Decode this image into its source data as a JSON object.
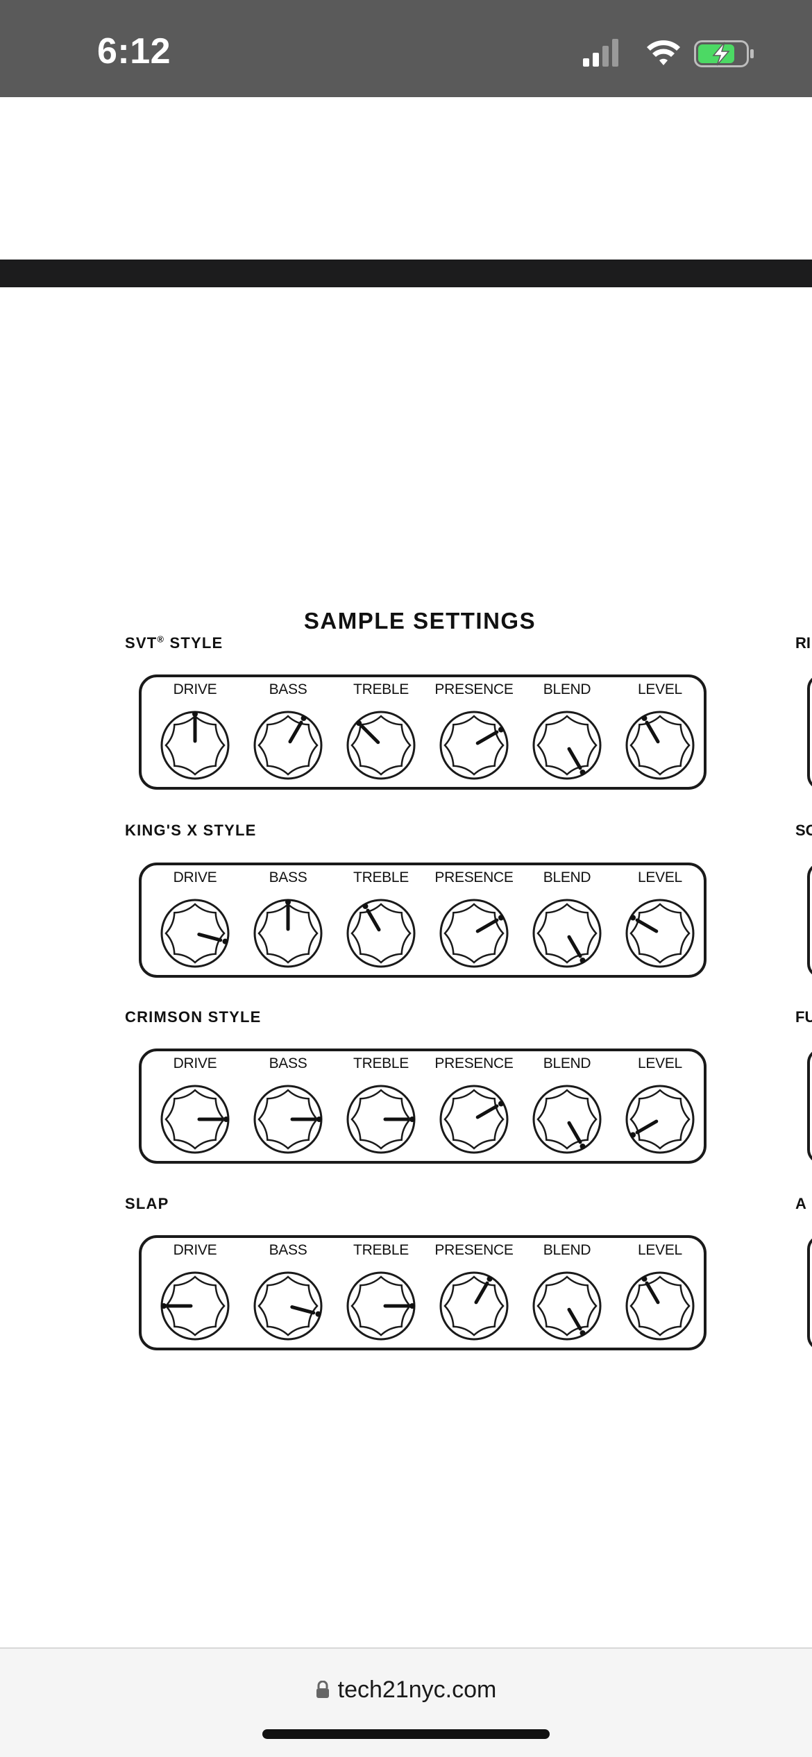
{
  "status_bar": {
    "time": "6:12"
  },
  "page": {
    "title": "SAMPLE SETTINGS",
    "url": "tech21nyc.com"
  },
  "knob_labels": [
    "DRIVE",
    "BASS",
    "TREBLE",
    "PRESENCE",
    "BLEND",
    "LEVEL"
  ],
  "sections": [
    {
      "name": "SVT",
      "name_mark": "®",
      "name_suffix": " STYLE",
      "knob_angles_deg": [
        0,
        30,
        -45,
        60,
        150,
        -30
      ]
    },
    {
      "name": "KING'S X STYLE",
      "name_mark": "",
      "name_suffix": "",
      "knob_angles_deg": [
        105,
        0,
        -30,
        60,
        150,
        -60
      ]
    },
    {
      "name": "CRIMSON STYLE",
      "name_mark": "",
      "name_suffix": "",
      "knob_angles_deg": [
        90,
        90,
        90,
        60,
        150,
        -120
      ]
    },
    {
      "name": "SLAP",
      "name_mark": "",
      "name_suffix": "",
      "knob_angles_deg": [
        -90,
        105,
        90,
        30,
        150,
        -30
      ]
    }
  ],
  "edge_letters": [
    "RI",
    "SC",
    "FU",
    "A"
  ],
  "colors": {
    "status_bar_bg": "#5a5a5a",
    "header_bar": "#1c1c1d",
    "battery_green": "#4cd964"
  }
}
